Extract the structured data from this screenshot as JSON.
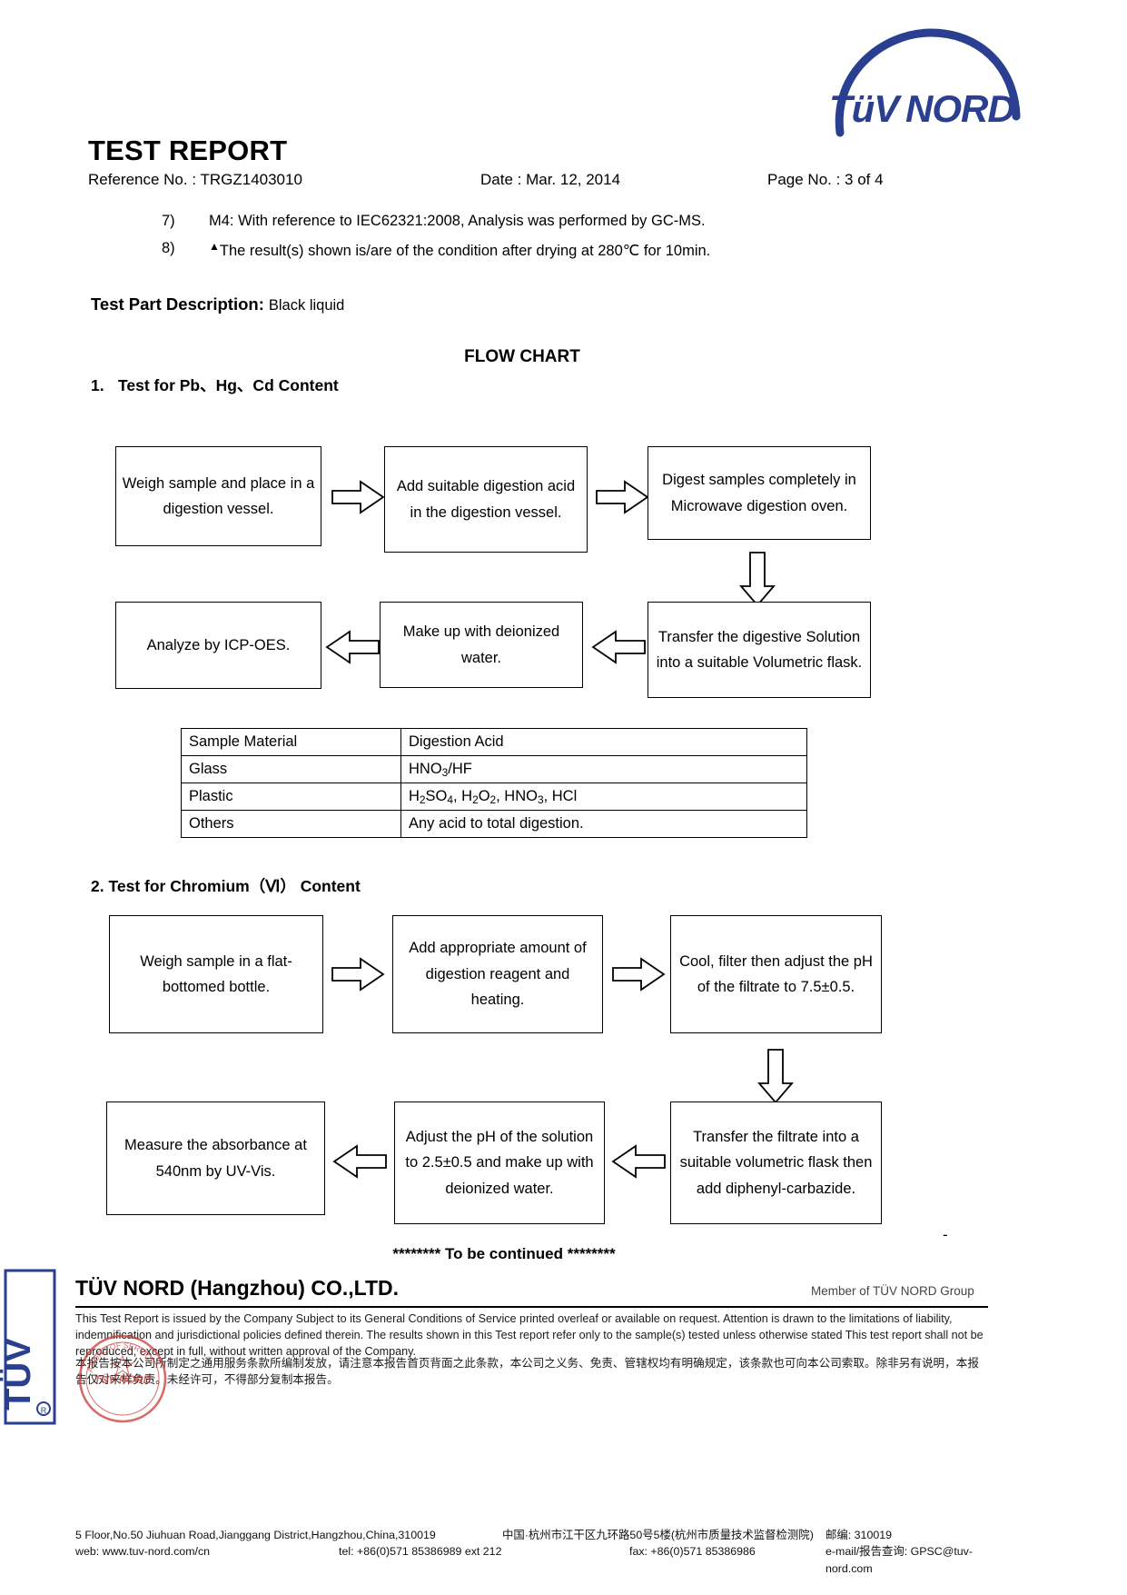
{
  "header": {
    "title": "TEST REPORT",
    "reference_label": "Reference No. : TRGZ1403010",
    "date_label": "Date : Mar. 12, 2014",
    "page_label": "Page No. : 3 of 4",
    "logo_text": "TÜV NORD"
  },
  "notes": [
    {
      "num": "7)",
      "text": "M4: With reference to IEC62321:2008, Analysis was performed by GC-MS."
    },
    {
      "num": "8)",
      "marker": "▲",
      "text": "The result(s) shown is/are of the condition after drying at 280℃  for 10min."
    }
  ],
  "test_part": {
    "label": "Test Part Description:",
    "value": "Black liquid"
  },
  "flow_chart_title": "FLOW CHART",
  "section1": {
    "number": "1.",
    "heading": "Test for Pb、Hg、Cd Content",
    "boxes": {
      "b1": "Weigh sample and place in a digestion vessel.",
      "b2": "Add suitable digestion acid in the digestion vessel.",
      "b3": "Digest samples completely in Microwave digestion oven.",
      "b4": "Transfer the digestive Solution into a suitable Volumetric flask.",
      "b5": "Make up with deionized water.",
      "b6": "Analyze by ICP-OES."
    }
  },
  "acid_table": {
    "headers": [
      "Sample Material",
      "Digestion Acid"
    ],
    "rows": [
      {
        "material": "Glass",
        "acid_html": "HNO<sub>3</sub>/HF"
      },
      {
        "material": "Plastic",
        "acid_html": "H<sub>2</sub>SO<sub>4</sub>, H<sub>2</sub>O<sub>2</sub>, HNO<sub>3</sub>, HCl"
      },
      {
        "material": "Others",
        "acid_html": "Any acid to total digestion."
      }
    ]
  },
  "section2": {
    "heading": "2. Test for Chromium（Ⅵ） Content",
    "boxes": {
      "b1": "Weigh sample in a flat-bottomed bottle.",
      "b2": "Add appropriate amount of digestion reagent and heating.",
      "b3": "Cool, filter then adjust the pH of the filtrate to 7.5±0.5.",
      "b4": "Transfer the filtrate into a suitable volumetric flask then add diphenyl-carbazide.",
      "b5": "Adjust the pH of the solution to 2.5±0.5 and make up with deionized water.",
      "b6": "Measure the absorbance at 540nm by UV-Vis."
    }
  },
  "continued": "******** To be continued ********",
  "dash_mark": "-",
  "footer": {
    "company": "TÜV NORD (Hangzhou) CO.,LTD.",
    "member": "Member of TÜV NORD Group",
    "disclaimer_en": "This Test Report is issued by the Company Subject to its General Conditions of Service printed overleaf or available on request. Attention is drawn to the limitations of liability, indemnification and jurisdictional policies defined therein. The results shown in this Test report refer only to the sample(s) tested unless otherwise stated This test report shall not be reproduced, except in full, without written approval of the Company.",
    "disclaimer_cn_1": "本报告按本公司所制定之通用服务条款所编制发放，请注意本报告首页背面之此条款，本公司之义务、免责、管辖权均有明确规定，该条款也可向本公司索取。除非另有说明，本报告仅对来样负责。未经许可，不得部分复制本报告。",
    "address_en": "5 Floor,No.50 Jiuhuan Road,Jianggang District,Hangzhou,China,310019",
    "address_cn": "中国·杭州市江干区九环路50号5楼(杭州市质量技术监督检测院)",
    "postcode_cn": "邮编: 310019",
    "web": "web: www.tuv-nord.com/cn",
    "tel": "tel: +86(0)571 85386989 ext 212",
    "fax": "fax: +86(0)571 85386986",
    "email": "e-mail/报告查询: GPSC@tuv-nord.com",
    "side_logo_text": "TÜV"
  },
  "colors": {
    "brand_blue": "#2a3f8f",
    "stamp_red": "#c8342e",
    "ink": "#000000"
  }
}
